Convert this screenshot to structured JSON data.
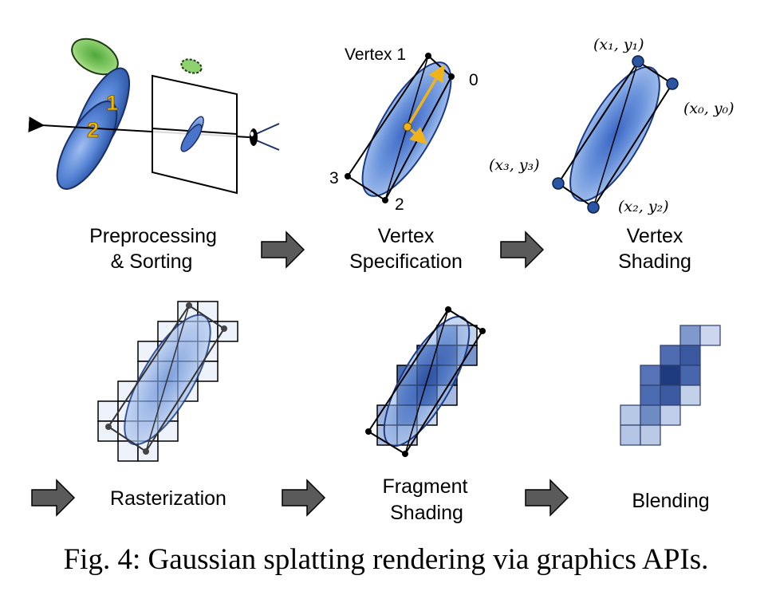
{
  "stages": {
    "preprocessing": [
      "Preprocessing",
      "& Sorting"
    ],
    "vertex_spec": [
      "Vertex",
      "Specification"
    ],
    "vertex_shading": [
      "Vertex",
      "Shading"
    ],
    "rasterization": "Rasterization",
    "fragment_shading": [
      "Fragment",
      "Shading"
    ],
    "blending": "Blending"
  },
  "preprocessing_tags": [
    "1",
    "2"
  ],
  "vertex_labels": {
    "v1": "Vertex 1",
    "v0": "0",
    "v3": "3",
    "v2": "2"
  },
  "coords": {
    "c1": "(x₁, y₁)",
    "c0": "(x₀, y₀)",
    "c3": "(x₃, y₃)",
    "c2": "(x₂, y₂)"
  },
  "caption": "Fig. 4: Gaussian splatting rendering via graphics APIs.",
  "colors": {
    "gaussian_blue": "#4a74c9",
    "gaussian_dark": "#1f3f8a",
    "gaussian_green": "#7fc25a",
    "arrow_gray": "#5a5a5a",
    "axis_yellow": "#f2b31a",
    "vertex_dot_blue": "#2b54a3"
  }
}
